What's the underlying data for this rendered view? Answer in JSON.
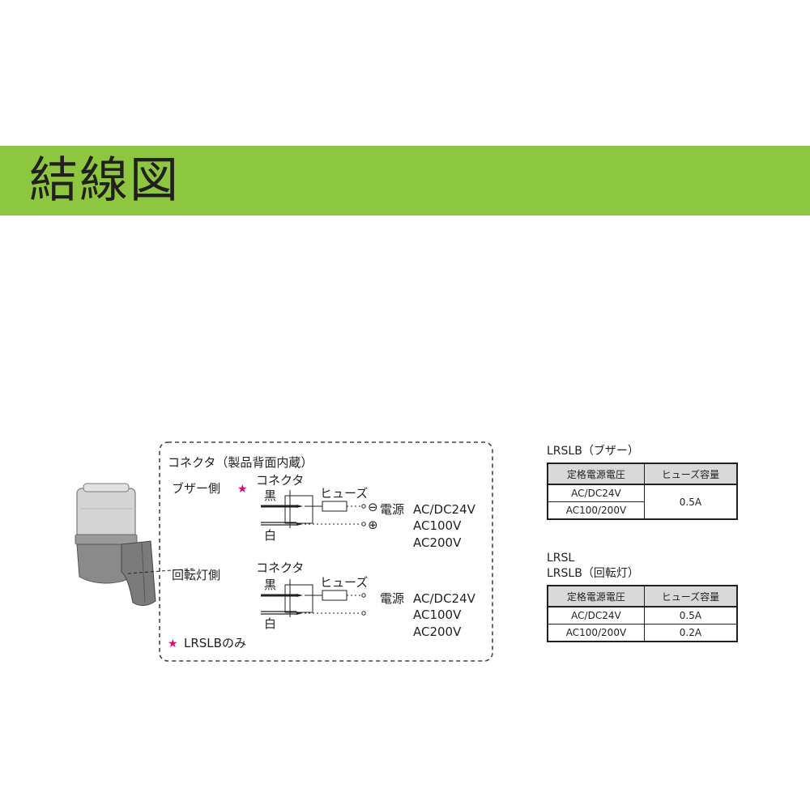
{
  "header": {
    "title": "結線図"
  },
  "diagram": {
    "connector_box_title": "コネクタ（製品背面内蔵）",
    "buzzer_section": {
      "label": "ブザー側",
      "connector": "コネクタ",
      "wire_black": "黒",
      "wire_white": "白",
      "fuse": "ヒューズ",
      "power": "電源",
      "voltages": [
        "AC/DC24V",
        "AC100V",
        "AC200V"
      ],
      "minus_symbol": "⊖",
      "plus_symbol": "⊕"
    },
    "rotary_section": {
      "label": "回転灯側",
      "connector": "コネクタ",
      "wire_black": "黒",
      "wire_white": "白",
      "fuse": "ヒューズ",
      "power": "電源",
      "voltages": [
        "AC/DC24V",
        "AC100V",
        "AC200V"
      ]
    },
    "star_symbol": "★",
    "footnote": "LRSLBのみ",
    "star_color": "#e6007e"
  },
  "tables": [
    {
      "title_lines": [
        "LRSLB（ブザー）"
      ],
      "headers": [
        "定格電源電圧",
        "ヒューズ容量"
      ],
      "rows": [
        [
          "AC/DC24V",
          "0.5A"
        ],
        [
          "AC100/200V",
          ""
        ]
      ]
    },
    {
      "title_lines": [
        "LRSL",
        "LRSLB（回転灯）"
      ],
      "headers": [
        "定格電源電圧",
        "ヒューズ容量"
      ],
      "rows": [
        [
          "AC/DC24V",
          "0.5A"
        ],
        [
          "AC100/200V",
          "0.2A"
        ]
      ]
    }
  ],
  "colors": {
    "banner": "#8dc63f",
    "header_cell": "#d9d9d9",
    "ink": "#231f20"
  }
}
